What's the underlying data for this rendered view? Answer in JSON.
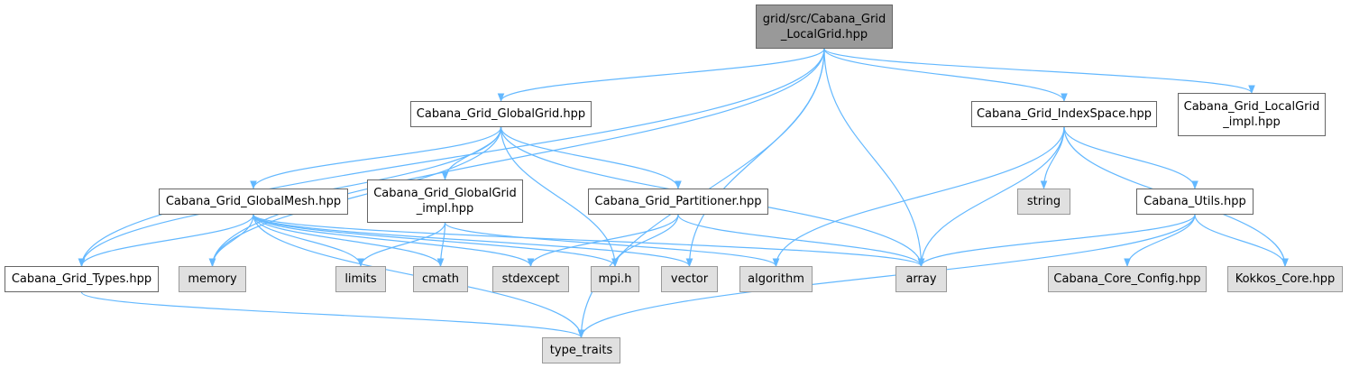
{
  "diagram": {
    "type": "include-dependency-graph",
    "edge_color": "#63b8ff",
    "colors": {
      "root_fill": "#999999",
      "project_fill": "#ffffff",
      "system_fill": "#e0e0e0",
      "border": "#666666"
    },
    "nodes": {
      "localgrid": {
        "lines": [
          "grid/src/Cabana_Grid",
          "_LocalGrid.hpp"
        ],
        "kind": "root"
      },
      "globalgrid": {
        "lines": [
          "Cabana_Grid_GlobalGrid.hpp"
        ],
        "kind": "project"
      },
      "indexspace": {
        "lines": [
          "Cabana_Grid_IndexSpace.hpp"
        ],
        "kind": "project"
      },
      "localgrid_impl": {
        "lines": [
          "Cabana_Grid_LocalGrid",
          "_impl.hpp"
        ],
        "kind": "project"
      },
      "globalmesh": {
        "lines": [
          "Cabana_Grid_GlobalMesh.hpp"
        ],
        "kind": "project"
      },
      "globalgrid_impl": {
        "lines": [
          "Cabana_Grid_GlobalGrid",
          "_impl.hpp"
        ],
        "kind": "project"
      },
      "partitioner": {
        "lines": [
          "Cabana_Grid_Partitioner.hpp"
        ],
        "kind": "project"
      },
      "string": {
        "lines": [
          "string"
        ],
        "kind": "system"
      },
      "utils": {
        "lines": [
          "Cabana_Utils.hpp"
        ],
        "kind": "project"
      },
      "types": {
        "lines": [
          "Cabana_Grid_Types.hpp"
        ],
        "kind": "project"
      },
      "memory": {
        "lines": [
          "memory"
        ],
        "kind": "system"
      },
      "limits": {
        "lines": [
          "limits"
        ],
        "kind": "system"
      },
      "cmath": {
        "lines": [
          "cmath"
        ],
        "kind": "system"
      },
      "stdexcept": {
        "lines": [
          "stdexcept"
        ],
        "kind": "system"
      },
      "mpi": {
        "lines": [
          "mpi.h"
        ],
        "kind": "system"
      },
      "vector": {
        "lines": [
          "vector"
        ],
        "kind": "system"
      },
      "algorithm": {
        "lines": [
          "algorithm"
        ],
        "kind": "system"
      },
      "array": {
        "lines": [
          "array"
        ],
        "kind": "system"
      },
      "core_config": {
        "lines": [
          "Cabana_Core_Config.hpp"
        ],
        "kind": "system"
      },
      "kokkos": {
        "lines": [
          "Kokkos_Core.hpp"
        ],
        "kind": "system"
      },
      "type_traits": {
        "lines": [
          "type_traits"
        ],
        "kind": "system"
      }
    },
    "edges": [
      [
        "localgrid",
        "globalgrid"
      ],
      [
        "localgrid",
        "indexspace"
      ],
      [
        "localgrid",
        "localgrid_impl"
      ],
      [
        "localgrid",
        "types"
      ],
      [
        "localgrid",
        "memory"
      ],
      [
        "localgrid",
        "vector"
      ],
      [
        "localgrid",
        "array"
      ],
      [
        "localgrid",
        "type_traits"
      ],
      [
        "globalgrid",
        "globalmesh"
      ],
      [
        "globalgrid",
        "globalgrid_impl"
      ],
      [
        "globalgrid",
        "partitioner"
      ],
      [
        "globalgrid",
        "types"
      ],
      [
        "globalgrid",
        "memory"
      ],
      [
        "globalgrid",
        "mpi"
      ],
      [
        "globalgrid",
        "array"
      ],
      [
        "globalmesh",
        "types"
      ],
      [
        "globalmesh",
        "memory"
      ],
      [
        "globalmesh",
        "limits"
      ],
      [
        "globalmesh",
        "cmath"
      ],
      [
        "globalmesh",
        "stdexcept"
      ],
      [
        "globalmesh",
        "mpi"
      ],
      [
        "globalmesh",
        "vector"
      ],
      [
        "globalmesh",
        "array"
      ],
      [
        "globalmesh",
        "type_traits"
      ],
      [
        "globalgrid_impl",
        "limits"
      ],
      [
        "globalgrid_impl",
        "cmath"
      ],
      [
        "globalgrid_impl",
        "algorithm"
      ],
      [
        "partitioner",
        "stdexcept"
      ],
      [
        "partitioner",
        "mpi"
      ],
      [
        "partitioner",
        "array"
      ],
      [
        "indexspace",
        "string"
      ],
      [
        "indexspace",
        "utils"
      ],
      [
        "indexspace",
        "kokkos"
      ],
      [
        "indexspace",
        "algorithm"
      ],
      [
        "indexspace",
        "array"
      ],
      [
        "utils",
        "core_config"
      ],
      [
        "utils",
        "kokkos"
      ],
      [
        "utils",
        "array"
      ],
      [
        "utils",
        "type_traits"
      ],
      [
        "types",
        "type_traits"
      ]
    ]
  }
}
